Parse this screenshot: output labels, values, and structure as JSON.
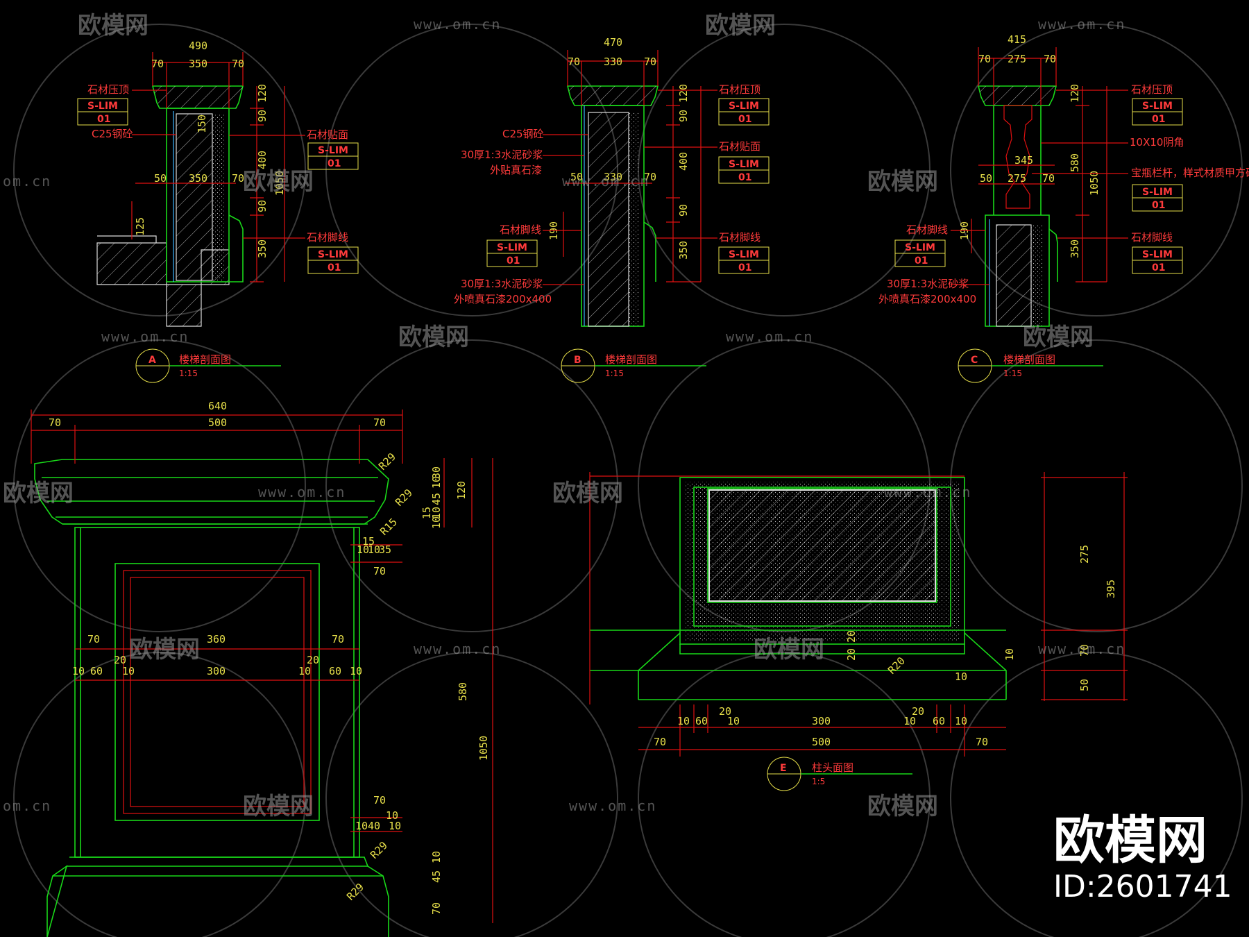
{
  "sections": [
    {
      "letter": "A",
      "title": "楼梯剖面图",
      "scale": "1:15",
      "dims_top": [
        "490",
        "70",
        "350",
        "70"
      ],
      "dims_right": [
        "120",
        "90",
        "400",
        "90",
        "350",
        "1050"
      ],
      "dims_inner": [
        "150",
        "50",
        "350",
        "70",
        "125"
      ],
      "labels": [
        "石材压顶",
        "C25钢砼",
        "石材贴面",
        "石材脚线"
      ],
      "tags": [
        {
          "code": "S-LIM",
          "num": "01"
        },
        {
          "code": "S-LIM",
          "num": "01"
        },
        {
          "code": "S-LIM",
          "num": "01"
        }
      ]
    },
    {
      "letter": "B",
      "title": "楼梯剖面图",
      "scale": "1:15",
      "dims_top": [
        "470",
        "70",
        "330",
        "70"
      ],
      "dims_right": [
        "120",
        "90",
        "400",
        "90",
        "350"
      ],
      "dims_inner": [
        "50",
        "330",
        "70",
        "190"
      ],
      "labels": [
        "石材压顶",
        "C25钢砼",
        "30厚1:3水泥砂浆",
        "外贴真石漆",
        "石材贴面",
        "石材脚线",
        "石材脚线",
        "30厚1:3水泥砂浆",
        "外喷真石漆200x400"
      ],
      "tags": [
        {
          "code": "S-LIM",
          "num": "01"
        },
        {
          "code": "S-LIM",
          "num": "01"
        },
        {
          "code": "S-LIM",
          "num": "01"
        },
        {
          "code": "S-LIM",
          "num": "01"
        }
      ]
    },
    {
      "letter": "C",
      "title": "楼梯剖面图",
      "scale": "1:15",
      "dims_top": [
        "415",
        "70",
        "275",
        "70"
      ],
      "dims_right": [
        "120",
        "580",
        "1050",
        "350"
      ],
      "dims_inner": [
        "345",
        "50",
        "275",
        "70",
        "190"
      ],
      "labels": [
        "石材压顶",
        "10X10阴角",
        "宝瓶栏杆，样式材质甲方确定",
        "石材脚线",
        "石材脚线",
        "30厚1:3水泥砂浆",
        "外喷真石漆200x400"
      ],
      "tags": [
        {
          "code": "S-LIM",
          "num": "01"
        },
        {
          "code": "S-LIM",
          "num": "01"
        },
        {
          "code": "S-LIM",
          "num": "01"
        },
        {
          "code": "S-LIM",
          "num": "01"
        }
      ]
    }
  ],
  "elevation": {
    "dims_top": [
      "640",
      "70",
      "500",
      "70"
    ],
    "dims_cap": [
      "R29",
      "R29",
      "R15",
      "30",
      "10",
      "45",
      "15",
      "10",
      "10",
      "120"
    ],
    "dims_side": [
      "15",
      "10",
      "10",
      "35",
      "70"
    ],
    "dims_panel": [
      "70",
      "360",
      "70",
      "20",
      "20",
      "10",
      "60",
      "10",
      "300",
      "10",
      "60",
      "10"
    ],
    "dims_right": [
      "580",
      "1050"
    ],
    "dims_base": [
      "70",
      "10",
      "10",
      "40",
      "10",
      "R29",
      "R29",
      "10",
      "45",
      "70"
    ]
  },
  "plan": {
    "letter": "E",
    "title": "柱头面图",
    "scale": "1:5",
    "dims_bottom": [
      "20",
      "10",
      "60",
      "10",
      "300",
      "20",
      "10",
      "60",
      "10",
      "70",
      "500",
      "70"
    ],
    "dims_right": [
      "275",
      "395",
      "70",
      "50"
    ],
    "dims_inner": [
      "20",
      "20",
      "R20",
      "10",
      "10"
    ]
  },
  "watermark": {
    "logo": "欧模网",
    "url": "www.om.cn",
    "url_short": "om.cn"
  },
  "brand": {
    "name": "欧模网",
    "id": "ID:2601741"
  },
  "colors": {
    "background": "#000000",
    "outline": "#19d819",
    "label": "#ff3b3b",
    "dimension": "#e8e04a",
    "guide": "#e01010",
    "finish": "#3db6ff"
  }
}
